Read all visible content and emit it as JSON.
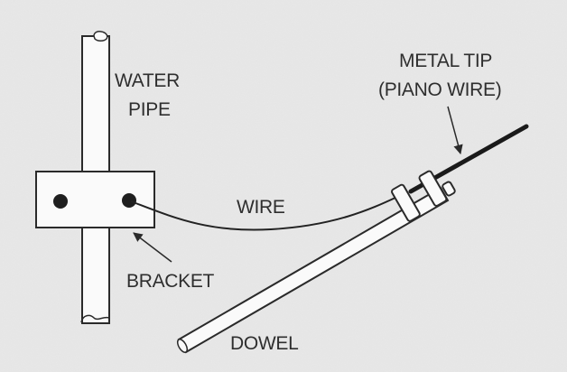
{
  "diagram": {
    "labels": {
      "water_pipe_line1": "WATER",
      "water_pipe_line2": "PIPE",
      "metal_tip_line1": "METAL TIP",
      "metal_tip_line2": "(PIANO WIRE)",
      "wire": "WIRE",
      "bracket": "BRACKET",
      "dowel": "DOWEL"
    },
    "colors": {
      "background": "#e9e9e9",
      "ink": "#2a2a2a",
      "fill": "#fafafa"
    }
  }
}
